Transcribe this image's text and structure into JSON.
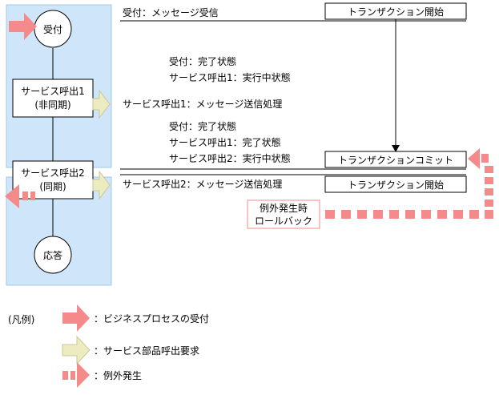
{
  "nodes": {
    "receive": "受付",
    "call1_line1": "サービス呼出1",
    "call1_line2": "(非同期)",
    "call2_line1": "サービス呼出2",
    "call2_line2": "(同期)",
    "respond": "応答"
  },
  "events": {
    "receive_msg": "受付：メッセージ受信",
    "tx_start": "トランザクション開始",
    "state1_line1": "受付：完了状態",
    "state1_line2": "サービス呼出1：実行中状態",
    "call1_send": "サービス呼出1：メッセージ送信処理",
    "state2_line1": "受付：完了状態",
    "state2_line2": "サービス呼出1：完了状態",
    "state2_line3": "サービス呼出2：実行中状態",
    "tx_commit": "トランザクションコミット",
    "call2_send": "サービス呼出2：メッセージ送信処理",
    "tx_start2": "トランザクション開始",
    "rollback_line1": "例外発生時",
    "rollback_line2": "ロールバック"
  },
  "legend": {
    "title": "(凡例)",
    "receive": "：ビジネスプロセスの受付",
    "service": "：サービス部品呼出要求",
    "exception": "：例外発生"
  },
  "colors": {
    "region_fill": "#cfe6fa",
    "region_stroke": "#9fc8e8",
    "receive_arrow": "#f48a8a",
    "service_arrow": "#ececc0",
    "service_arrow_stroke": "#c8c89a",
    "exception_arrow": "#f48a8a",
    "rollback_border": "#f48a8a"
  }
}
